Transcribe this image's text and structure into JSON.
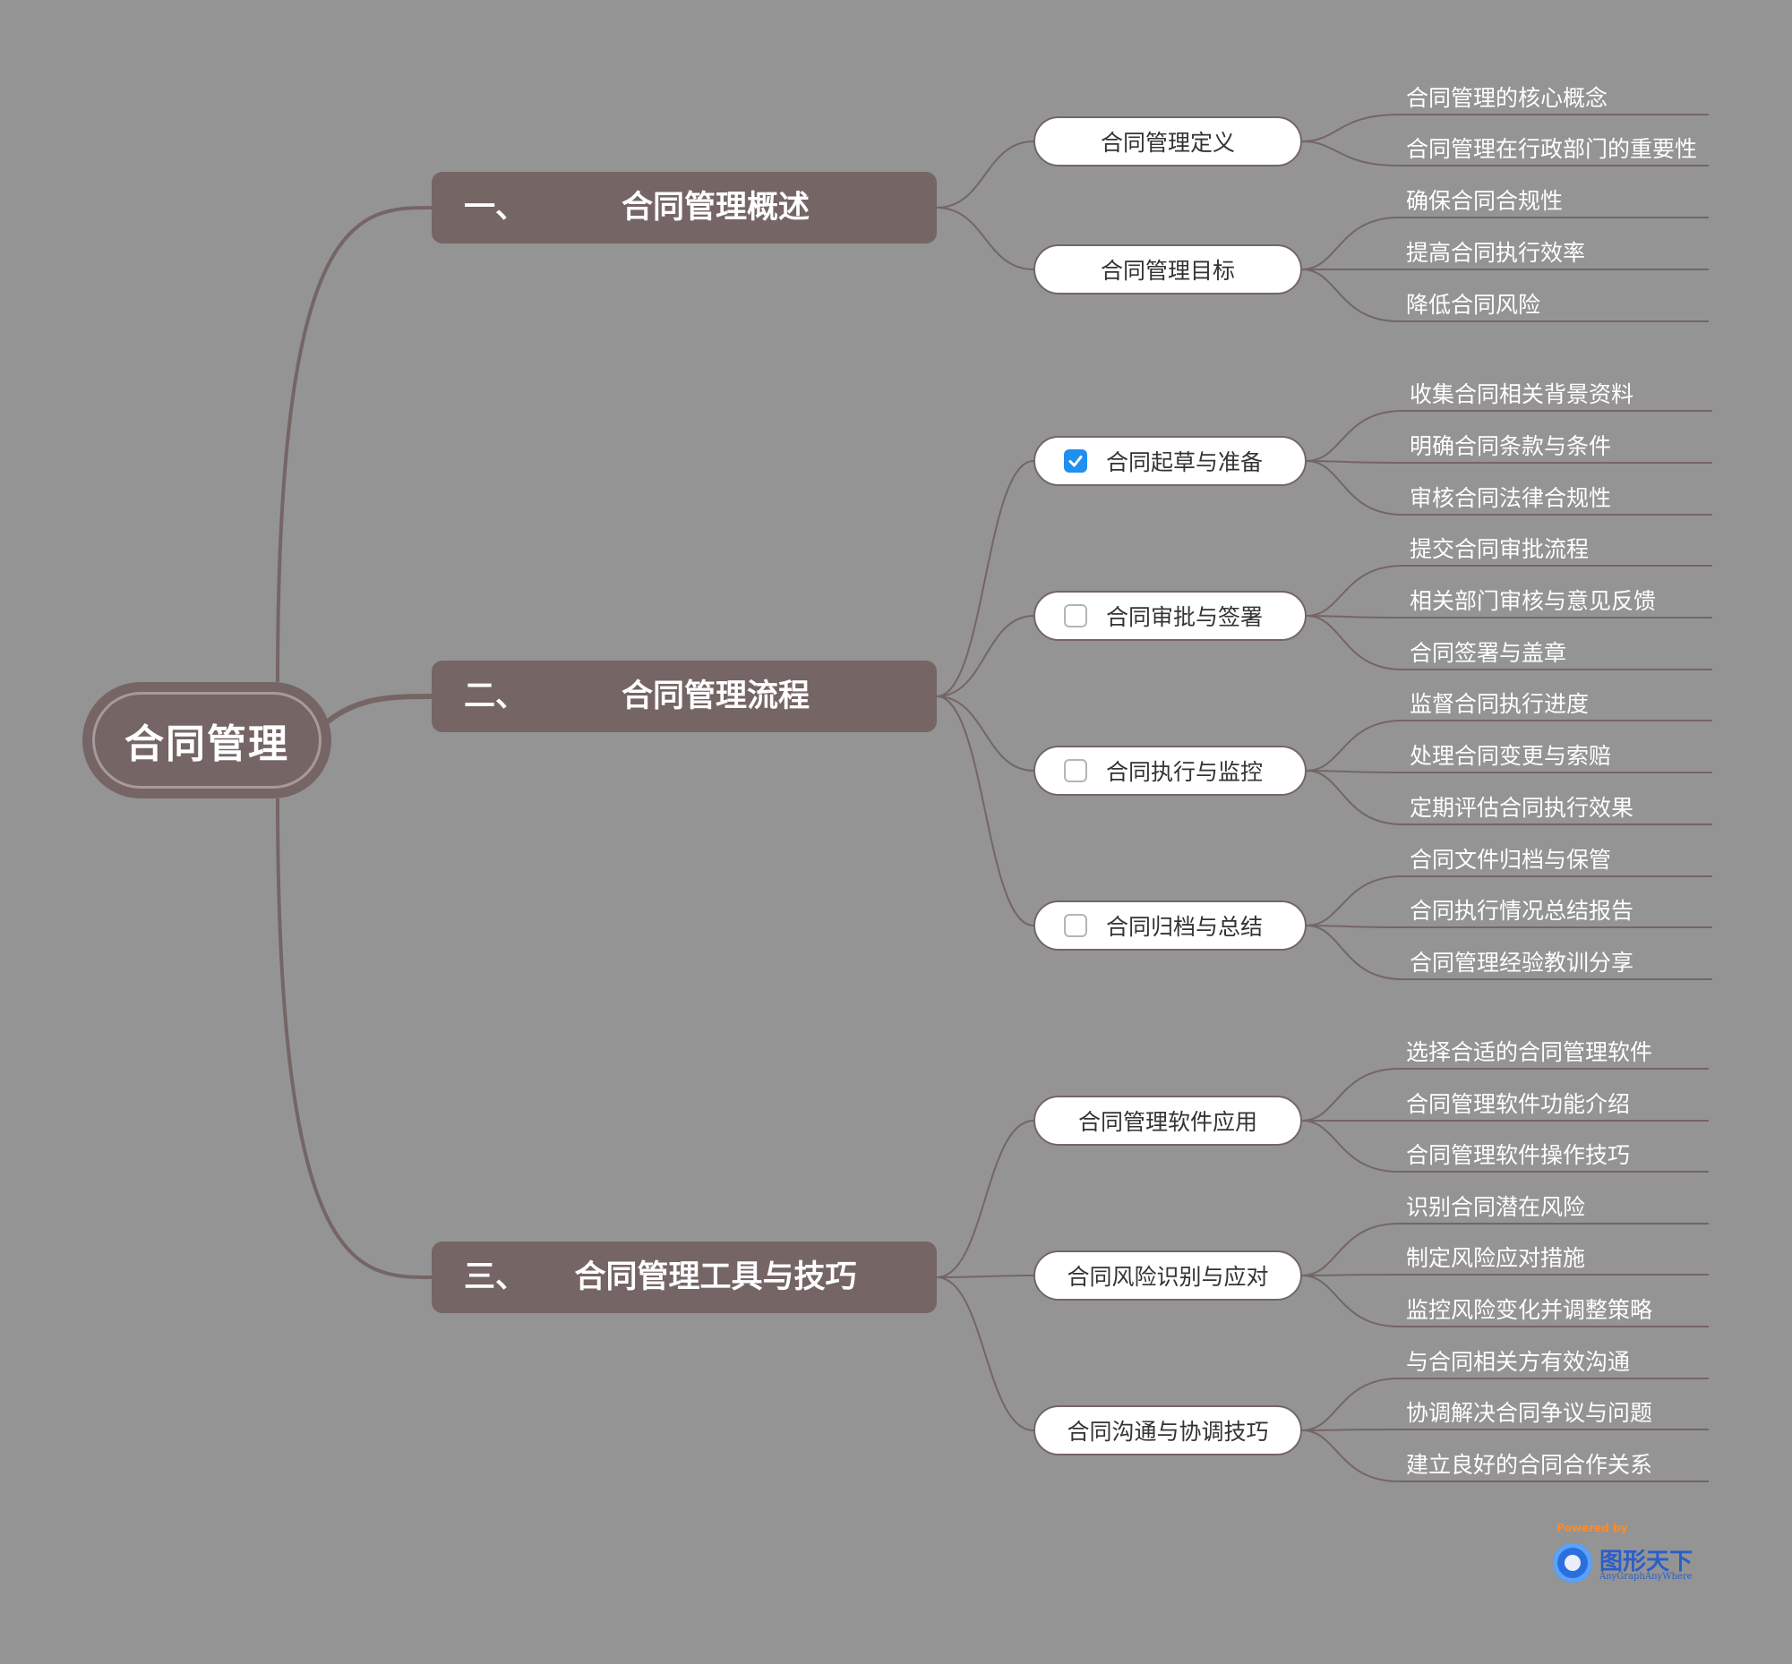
{
  "root": {
    "label": "合同管理"
  },
  "sections": [
    {
      "num": "一、",
      "title": "合同管理概述",
      "children": [
        {
          "label": "合同管理定义",
          "checkbox": null,
          "items": [
            "合同管理的核心概念",
            "合同管理在行政部门的重要性"
          ]
        },
        {
          "label": "合同管理目标",
          "checkbox": null,
          "items": [
            "确保合同合规性",
            "提高合同执行效率",
            "降低合同风险"
          ]
        }
      ]
    },
    {
      "num": "二、",
      "title": "合同管理流程",
      "children": [
        {
          "label": "合同起草与准备",
          "checkbox": true,
          "items": [
            "收集合同相关背景资料",
            "明确合同条款与条件",
            "审核合同法律合规性"
          ]
        },
        {
          "label": "合同审批与签署",
          "checkbox": false,
          "items": [
            "提交合同审批流程",
            "相关部门审核与意见反馈",
            "合同签署与盖章"
          ]
        },
        {
          "label": "合同执行与监控",
          "checkbox": false,
          "items": [
            "监督合同执行进度",
            "处理合同变更与索赔",
            "定期评估合同执行效果"
          ]
        },
        {
          "label": "合同归档与总结",
          "checkbox": false,
          "items": [
            "合同文件归档与保管",
            "合同执行情况总结报告",
            "合同管理经验教训分享"
          ]
        }
      ]
    },
    {
      "num": "三、",
      "title": "合同管理工具与技巧",
      "children": [
        {
          "label": "合同管理软件应用",
          "checkbox": null,
          "items": [
            "选择合适的合同管理软件",
            "合同管理软件功能介绍",
            "合同管理软件操作技巧"
          ]
        },
        {
          "label": "合同风险识别与应对",
          "checkbox": null,
          "items": [
            "识别合同潜在风险",
            "制定风险应对措施",
            "监控风险变化并调整策略"
          ]
        },
        {
          "label": "合同沟通与协调技巧",
          "checkbox": null,
          "items": [
            "与合同相关方有效沟通",
            "协调解决合同争议与问题",
            "建立良好的合同合作关系"
          ]
        }
      ]
    }
  ],
  "watermark": {
    "powered": "Powered by",
    "brand": "图形天下",
    "brand_en": "AnyGraphAnyWhere"
  },
  "colors": {
    "background": "#949494",
    "node": "#756565",
    "line": "#756565",
    "checked": "#1f8ff0"
  }
}
